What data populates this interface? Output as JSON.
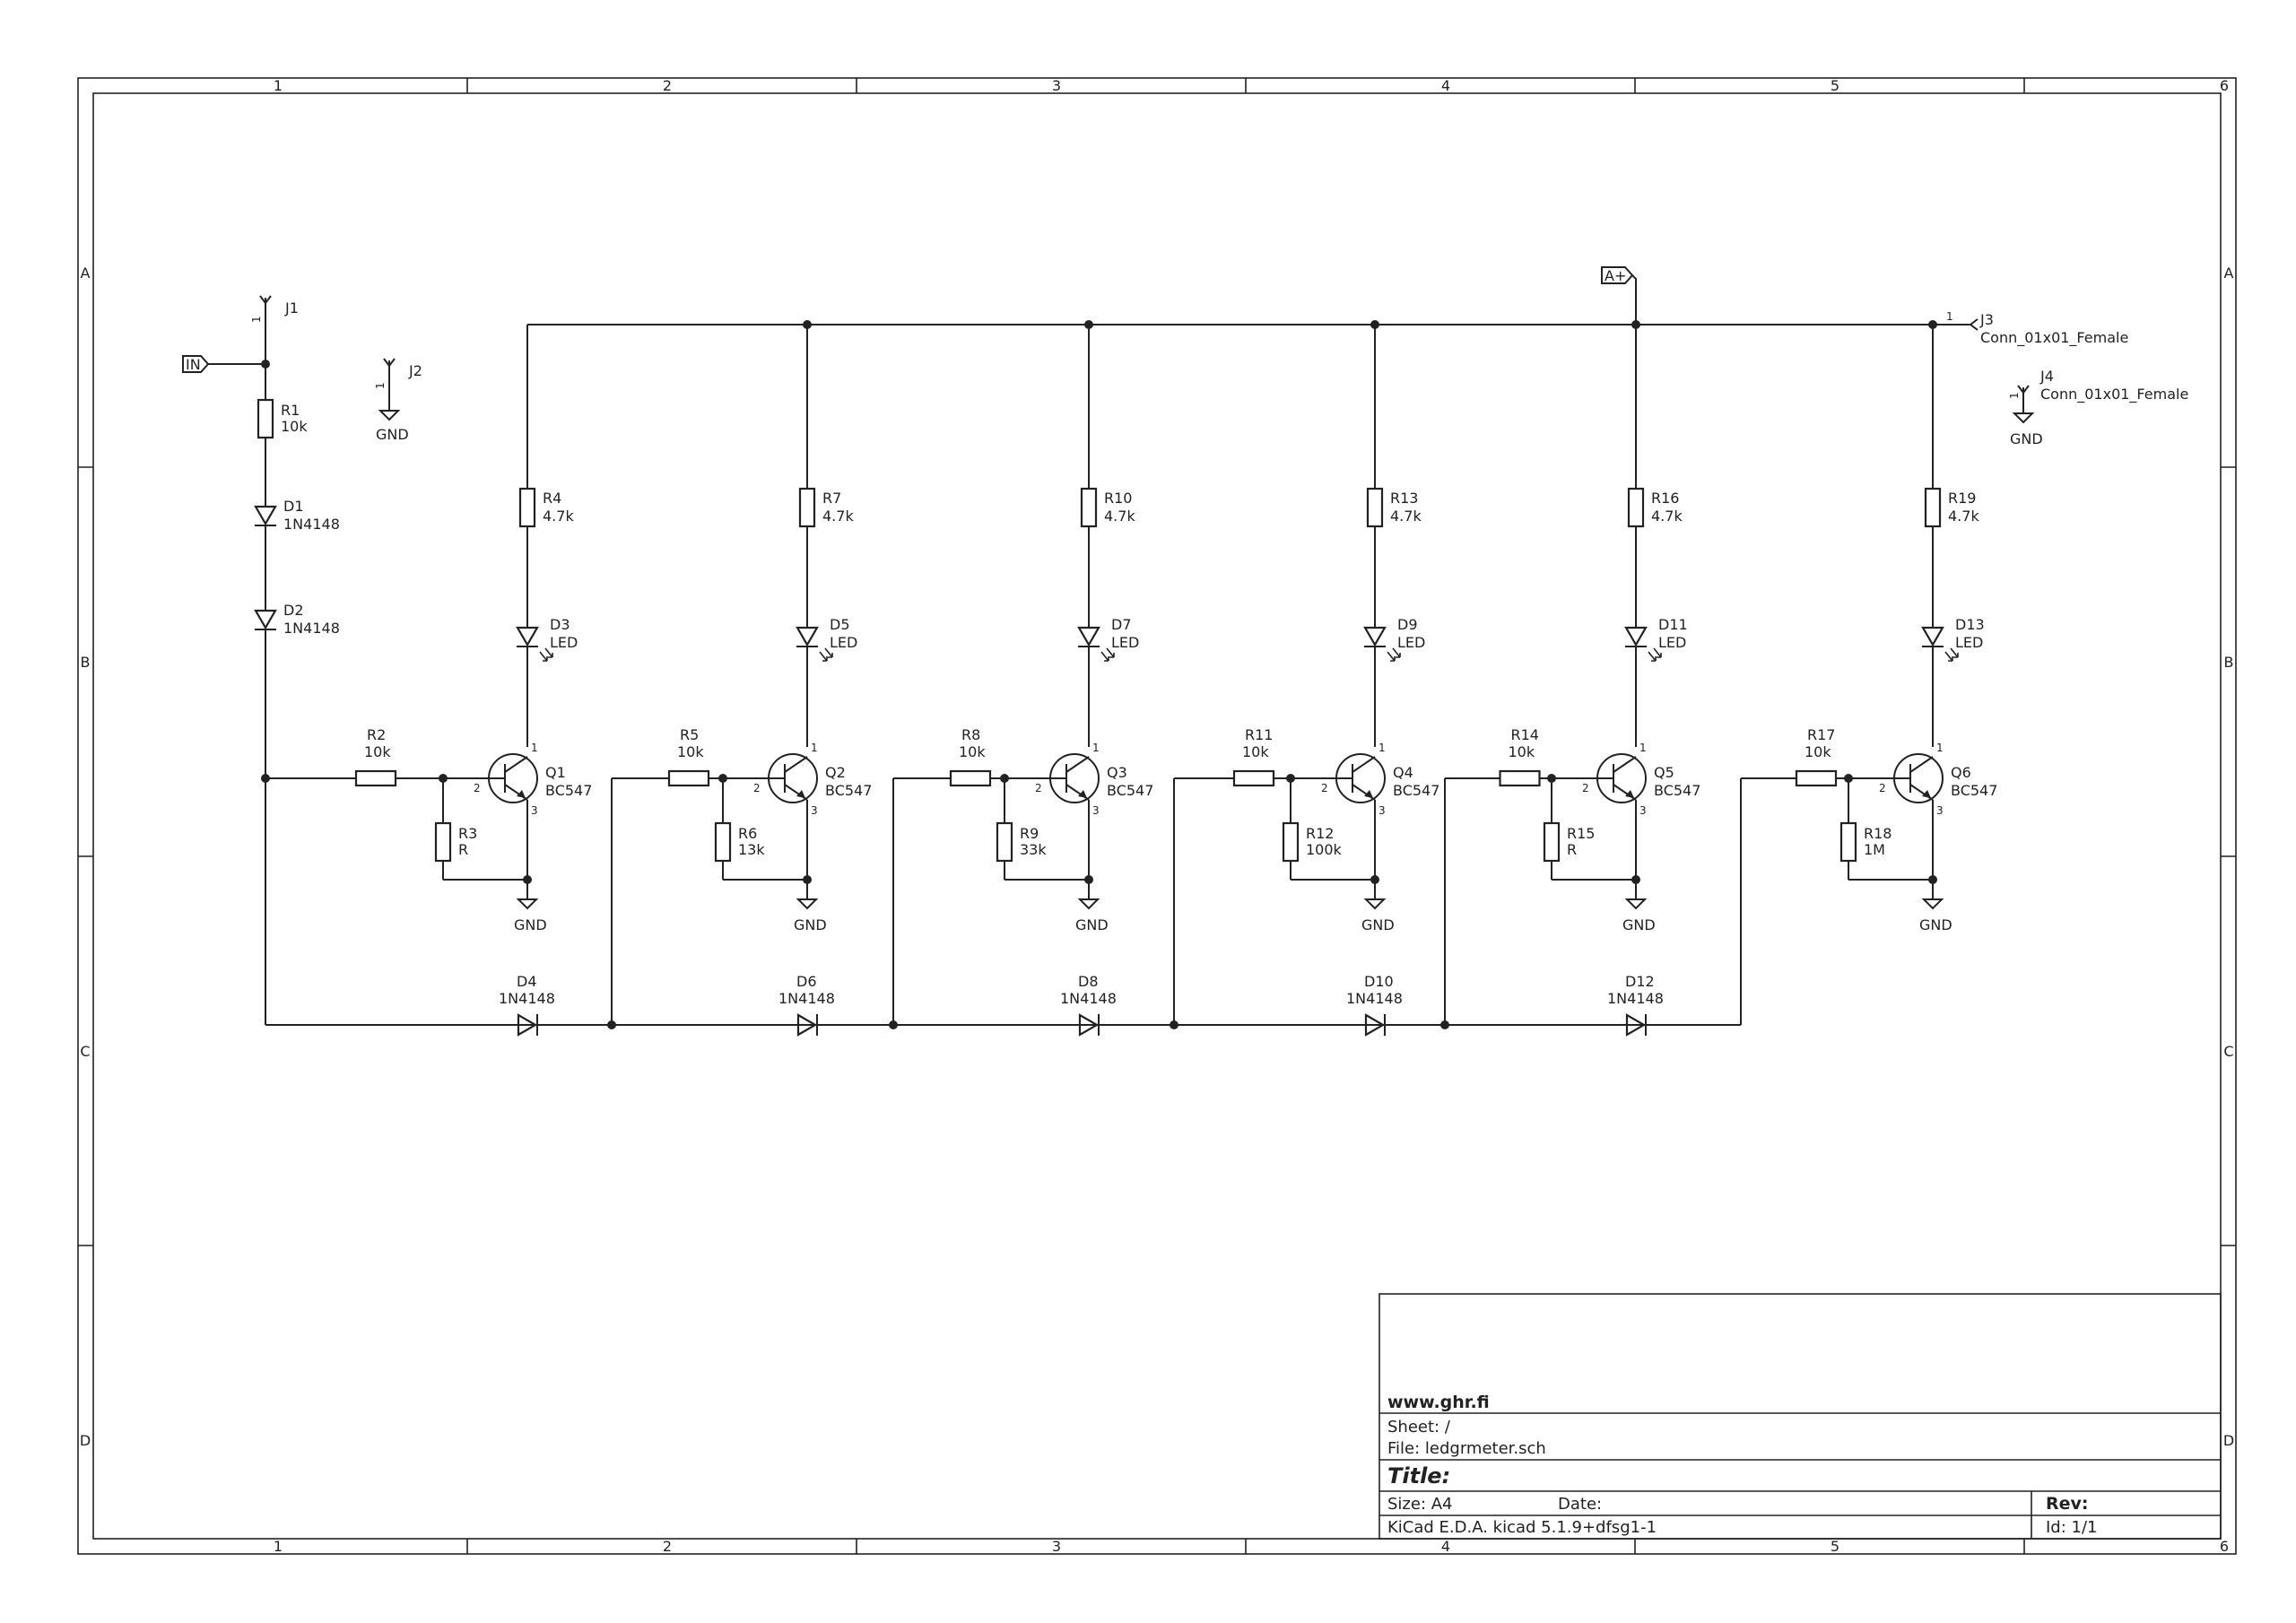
{
  "frame": {
    "cols": [
      "1",
      "2",
      "3",
      "4",
      "5",
      "6"
    ],
    "rows": [
      "A",
      "B",
      "C",
      "D"
    ]
  },
  "title_block": {
    "company": "www.ghr.fi",
    "sheet": "Sheet: /",
    "file": "File: ledgrmeter.sch",
    "title_label": "Title:",
    "size": "Size: A4",
    "date": "Date:",
    "rev": "Rev:",
    "tool": "KiCad E.D.A.  kicad 5.1.9+dfsg1-1",
    "id": "Id: 1/1"
  },
  "labels": {
    "input": "IN",
    "apos": "A+",
    "gnd": "GND"
  },
  "connectors": {
    "j1": {
      "ref": "J1",
      "pin": "1"
    },
    "j2": {
      "ref": "J2",
      "pin": "1"
    },
    "j3": {
      "ref": "J3",
      "value": "Conn_01x01_Female",
      "pin": "1"
    },
    "j4": {
      "ref": "J4",
      "value": "Conn_01x01_Female",
      "pin": "1"
    }
  },
  "input_chain": {
    "r1": {
      "ref": "R1",
      "value": "10k"
    },
    "d1": {
      "ref": "D1",
      "value": "1N4148"
    },
    "d2": {
      "ref": "D2",
      "value": "1N4148"
    }
  },
  "stages": [
    {
      "rc": "R4",
      "rcv": "4.7k",
      "led": "D3",
      "ledv": "LED",
      "rb": "R2",
      "rbv": "10k",
      "rp": "R3",
      "rpv": "R",
      "q": "Q1",
      "qv": "BC547",
      "d": "D4",
      "dv": "1N4148"
    },
    {
      "rc": "R7",
      "rcv": "4.7k",
      "led": "D5",
      "ledv": "LED",
      "rb": "R5",
      "rbv": "10k",
      "rp": "R6",
      "rpv": "13k",
      "q": "Q2",
      "qv": "BC547",
      "d": "D6",
      "dv": "1N4148"
    },
    {
      "rc": "R10",
      "rcv": "4.7k",
      "led": "D7",
      "ledv": "LED",
      "rb": "R8",
      "rbv": "10k",
      "rp": "R9",
      "rpv": "33k",
      "q": "Q3",
      "qv": "BC547",
      "d": "D8",
      "dv": "1N4148"
    },
    {
      "rc": "R13",
      "rcv": "4.7k",
      "led": "D9",
      "ledv": "LED",
      "rb": "R11",
      "rbv": "10k",
      "rp": "R12",
      "rpv": "100k",
      "q": "Q4",
      "qv": "BC547",
      "d": "D10",
      "dv": "1N4148"
    },
    {
      "rc": "R16",
      "rcv": "4.7k",
      "led": "D11",
      "ledv": "LED",
      "rb": "R14",
      "rbv": "10k",
      "rp": "R15",
      "rpv": "R",
      "q": "Q5",
      "qv": "BC547",
      "d": "D12",
      "dv": "1N4148"
    },
    {
      "rc": "R19",
      "rcv": "4.7k",
      "led": "D13",
      "ledv": "LED",
      "rb": "R17",
      "rbv": "10k",
      "rp": "R18",
      "rpv": "1M",
      "q": "Q6",
      "qv": "BC547"
    }
  ],
  "transistor_pins": {
    "c": "1",
    "b": "2",
    "e": "3"
  }
}
